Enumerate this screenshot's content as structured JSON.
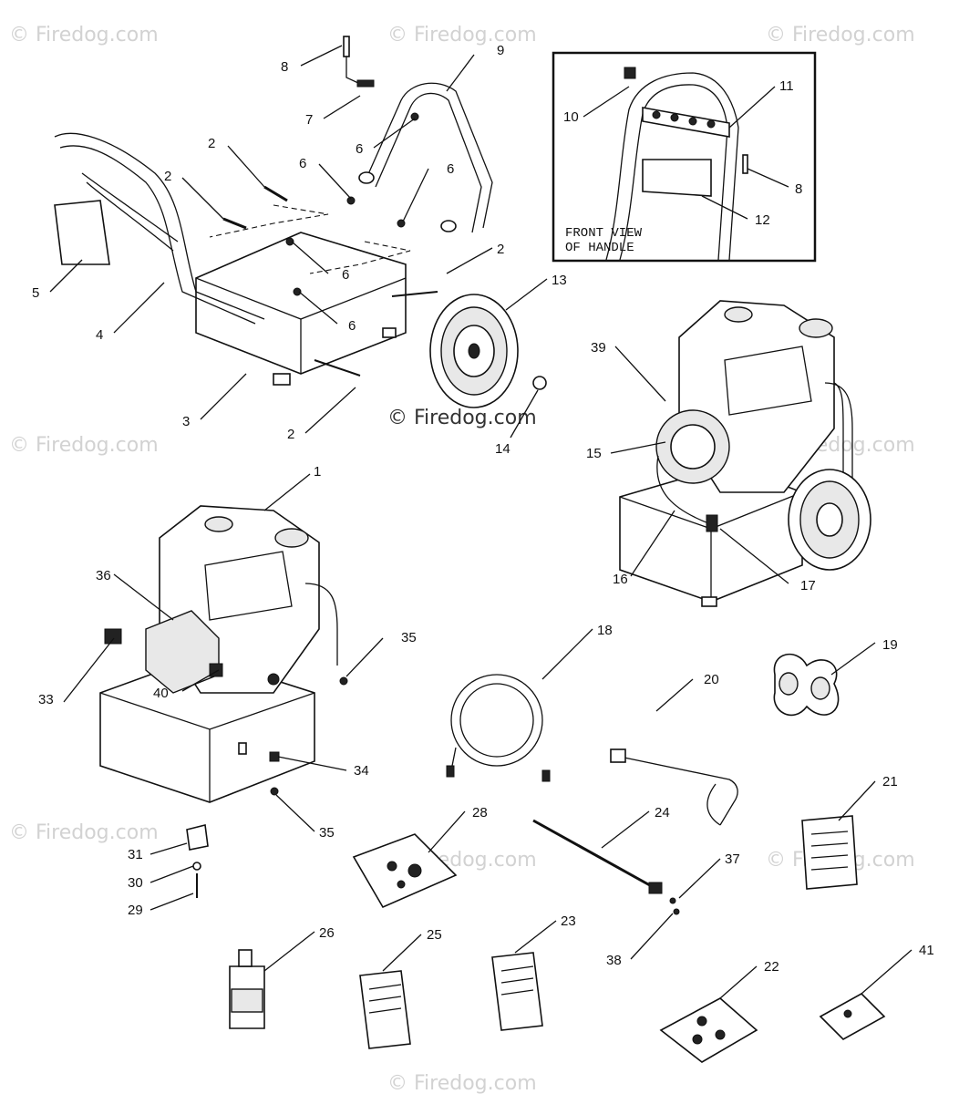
{
  "watermarks": [
    "© Firedog.com",
    "© Firedog.com",
    "© Firedog.com",
    "© Firedog.com",
    "© Firedog.com",
    "© Firedog.com",
    "© Firedog.com",
    "© Firedog.com",
    "© Firedog.com"
  ],
  "center_watermark": "© Firedog.com",
  "inset": {
    "caption_line1": "FRONT VIEW",
    "caption_line2": "OF HANDLE"
  },
  "callouts": [
    {
      "id": "c8a",
      "text": "8"
    },
    {
      "id": "c9",
      "text": "9"
    },
    {
      "id": "c7",
      "text": "7"
    },
    {
      "id": "c6a",
      "text": "6"
    },
    {
      "id": "c2a",
      "text": "2"
    },
    {
      "id": "c6b",
      "text": "6"
    },
    {
      "id": "c6c",
      "text": "6"
    },
    {
      "id": "c2b",
      "text": "2"
    },
    {
      "id": "c6d",
      "text": "6"
    },
    {
      "id": "c5",
      "text": "5"
    },
    {
      "id": "c4",
      "text": "4"
    },
    {
      "id": "c6e",
      "text": "6"
    },
    {
      "id": "c2c",
      "text": "2"
    },
    {
      "id": "c3",
      "text": "3"
    },
    {
      "id": "c2d",
      "text": "2"
    },
    {
      "id": "c13",
      "text": "13"
    },
    {
      "id": "c14",
      "text": "14"
    },
    {
      "id": "c10",
      "text": "10"
    },
    {
      "id": "c11",
      "text": "11"
    },
    {
      "id": "c8b",
      "text": "8"
    },
    {
      "id": "c12",
      "text": "12"
    },
    {
      "id": "c39",
      "text": "39"
    },
    {
      "id": "c15",
      "text": "15"
    },
    {
      "id": "c16",
      "text": "16"
    },
    {
      "id": "c17",
      "text": "17"
    },
    {
      "id": "c1",
      "text": "1"
    },
    {
      "id": "c36",
      "text": "36"
    },
    {
      "id": "c35a",
      "text": "35"
    },
    {
      "id": "c33",
      "text": "33"
    },
    {
      "id": "c40",
      "text": "40"
    },
    {
      "id": "c34",
      "text": "34"
    },
    {
      "id": "c35b",
      "text": "35"
    },
    {
      "id": "c31",
      "text": "31"
    },
    {
      "id": "c30",
      "text": "30"
    },
    {
      "id": "c29",
      "text": "29"
    },
    {
      "id": "c18",
      "text": "18"
    },
    {
      "id": "c20",
      "text": "20"
    },
    {
      "id": "c19",
      "text": "19"
    },
    {
      "id": "c21",
      "text": "21"
    },
    {
      "id": "c28",
      "text": "28"
    },
    {
      "id": "c24",
      "text": "24"
    },
    {
      "id": "c37",
      "text": "37"
    },
    {
      "id": "c38",
      "text": "38"
    },
    {
      "id": "c26",
      "text": "26"
    },
    {
      "id": "c25",
      "text": "25"
    },
    {
      "id": "c23",
      "text": "23"
    },
    {
      "id": "c22",
      "text": "22"
    },
    {
      "id": "c41",
      "text": "41"
    }
  ]
}
